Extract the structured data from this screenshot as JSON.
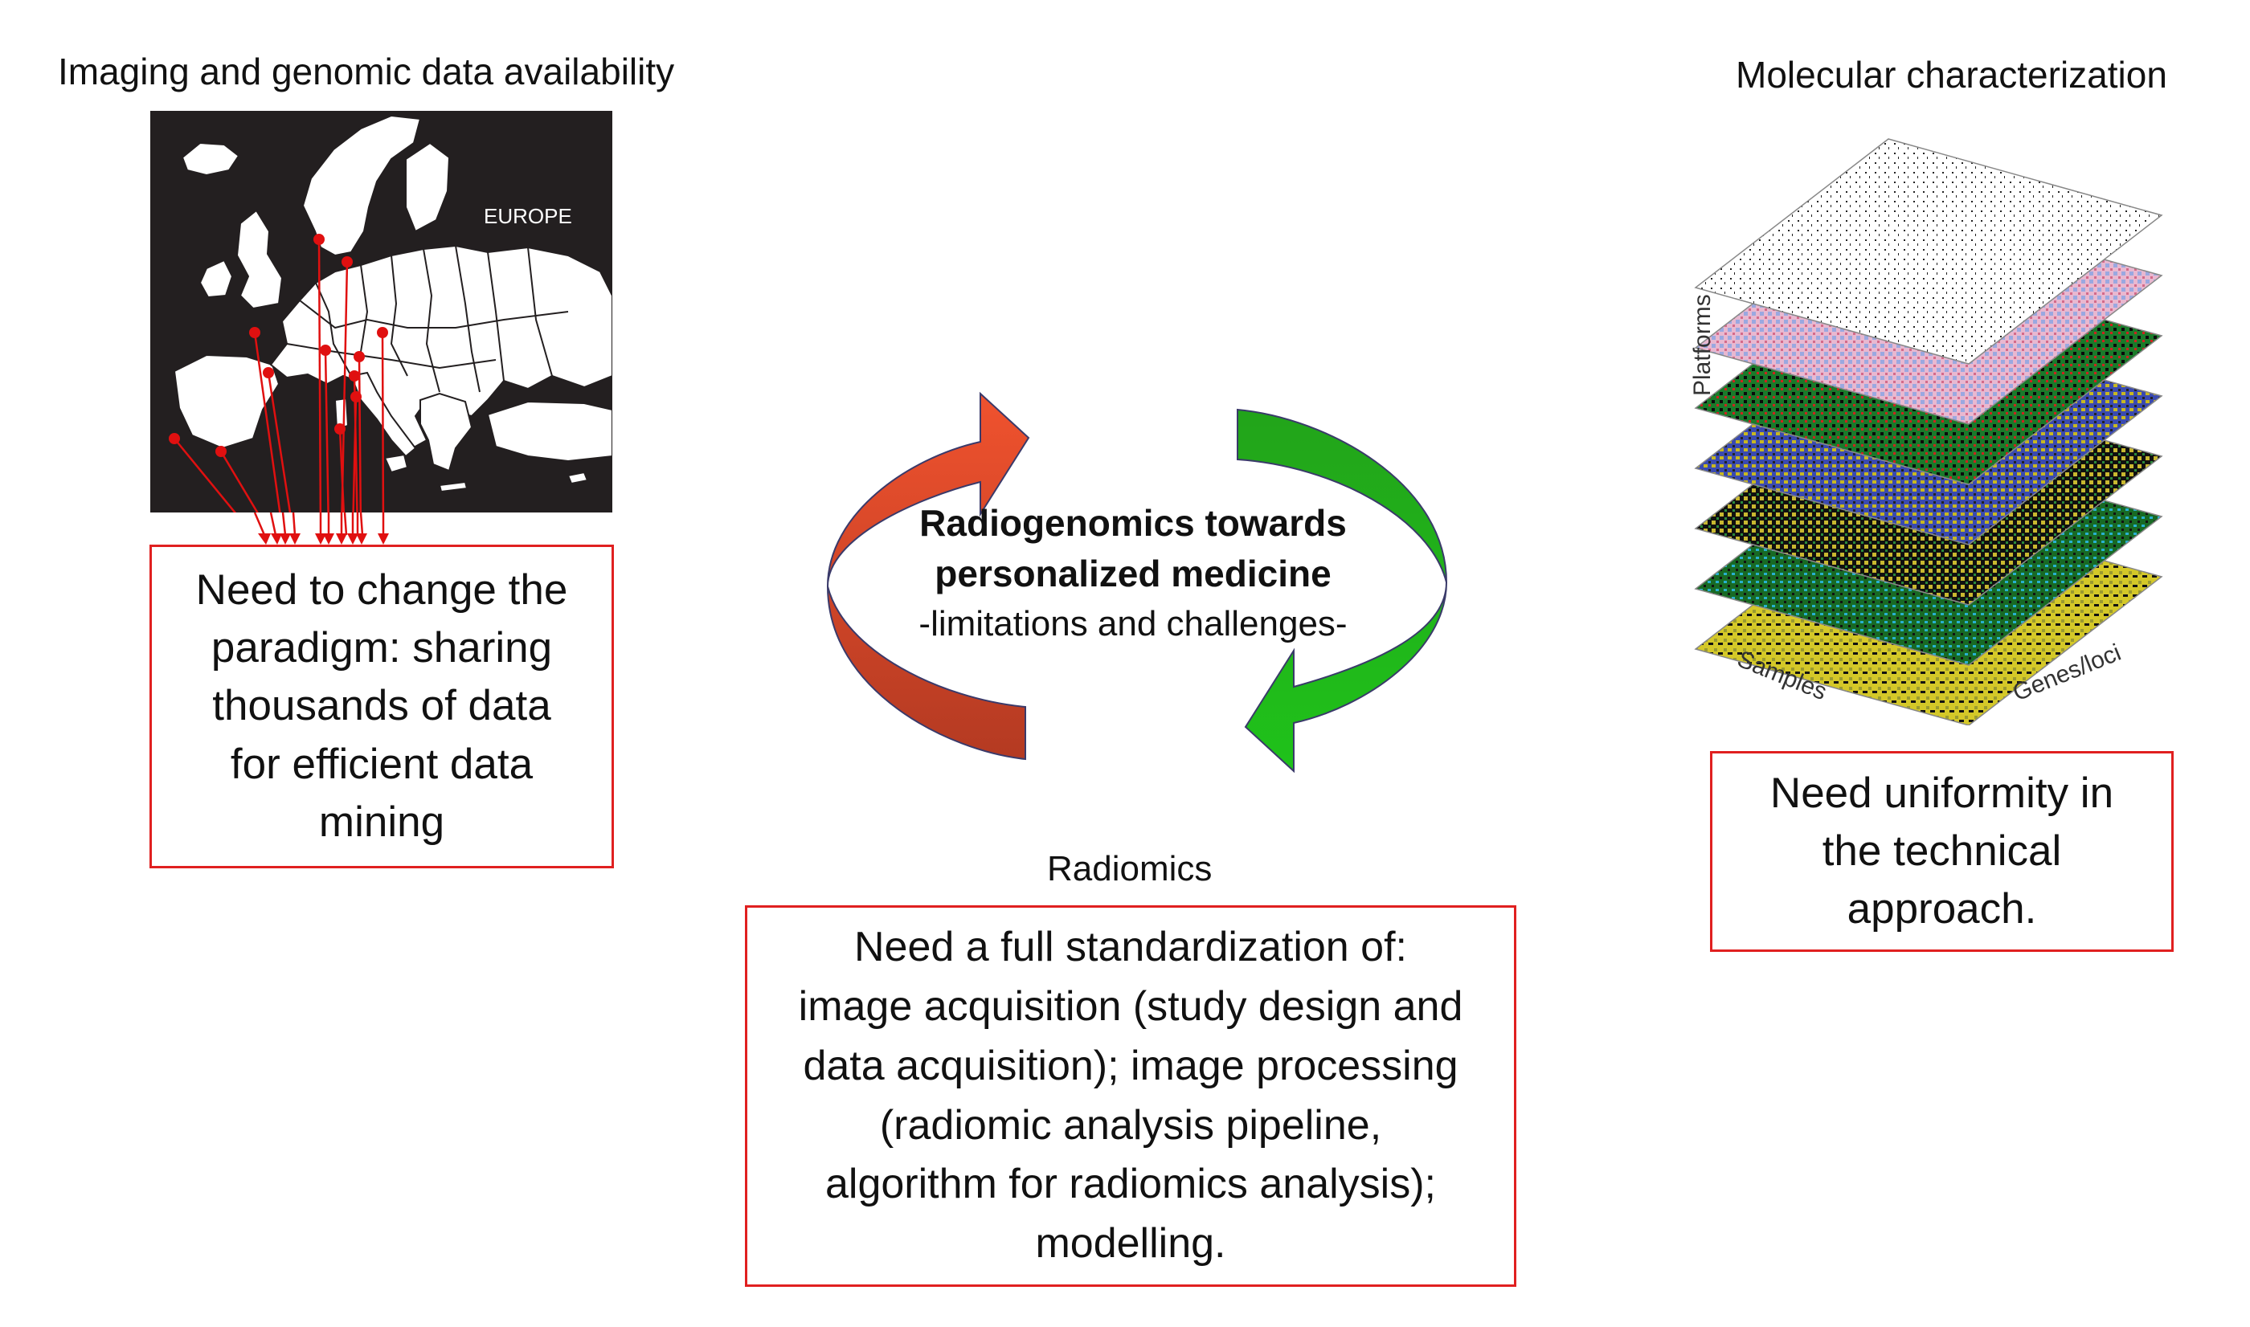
{
  "headings": {
    "left": "Imaging and genomic data availability",
    "right": "Molecular characterization",
    "bottom": "Radiomics"
  },
  "map": {
    "label": "EUROPE"
  },
  "heatmap": {
    "axis_platforms": "Platforms",
    "axis_samples": "Samples",
    "axis_genes": "Genes/loci"
  },
  "center": {
    "title_line1": "Radiogenomics towards",
    "title_line2": "personalized medicine",
    "subtitle": "-limitations and challenges-"
  },
  "boxes": {
    "left": {
      "lines": [
        "Need to change the",
        "paradigm: sharing",
        "thousands of data",
        "for efficient data",
        "mining"
      ]
    },
    "right": {
      "lines": [
        "Need uniformity in",
        "the technical",
        "approach."
      ]
    },
    "bottom": {
      "lines": [
        "Need a full standardization of:",
        "image acquisition (study design and",
        "data acquisition); image processing",
        "(radiomic analysis pipeline,",
        "algorithm for radiomics analysis);",
        "modelling."
      ]
    }
  },
  "colors": {
    "box_border": "#e02020",
    "map_background": "#231f20",
    "arrow_red": "#e84a2a",
    "arrow_green": "#1fa81a",
    "pin": "#e01010"
  }
}
